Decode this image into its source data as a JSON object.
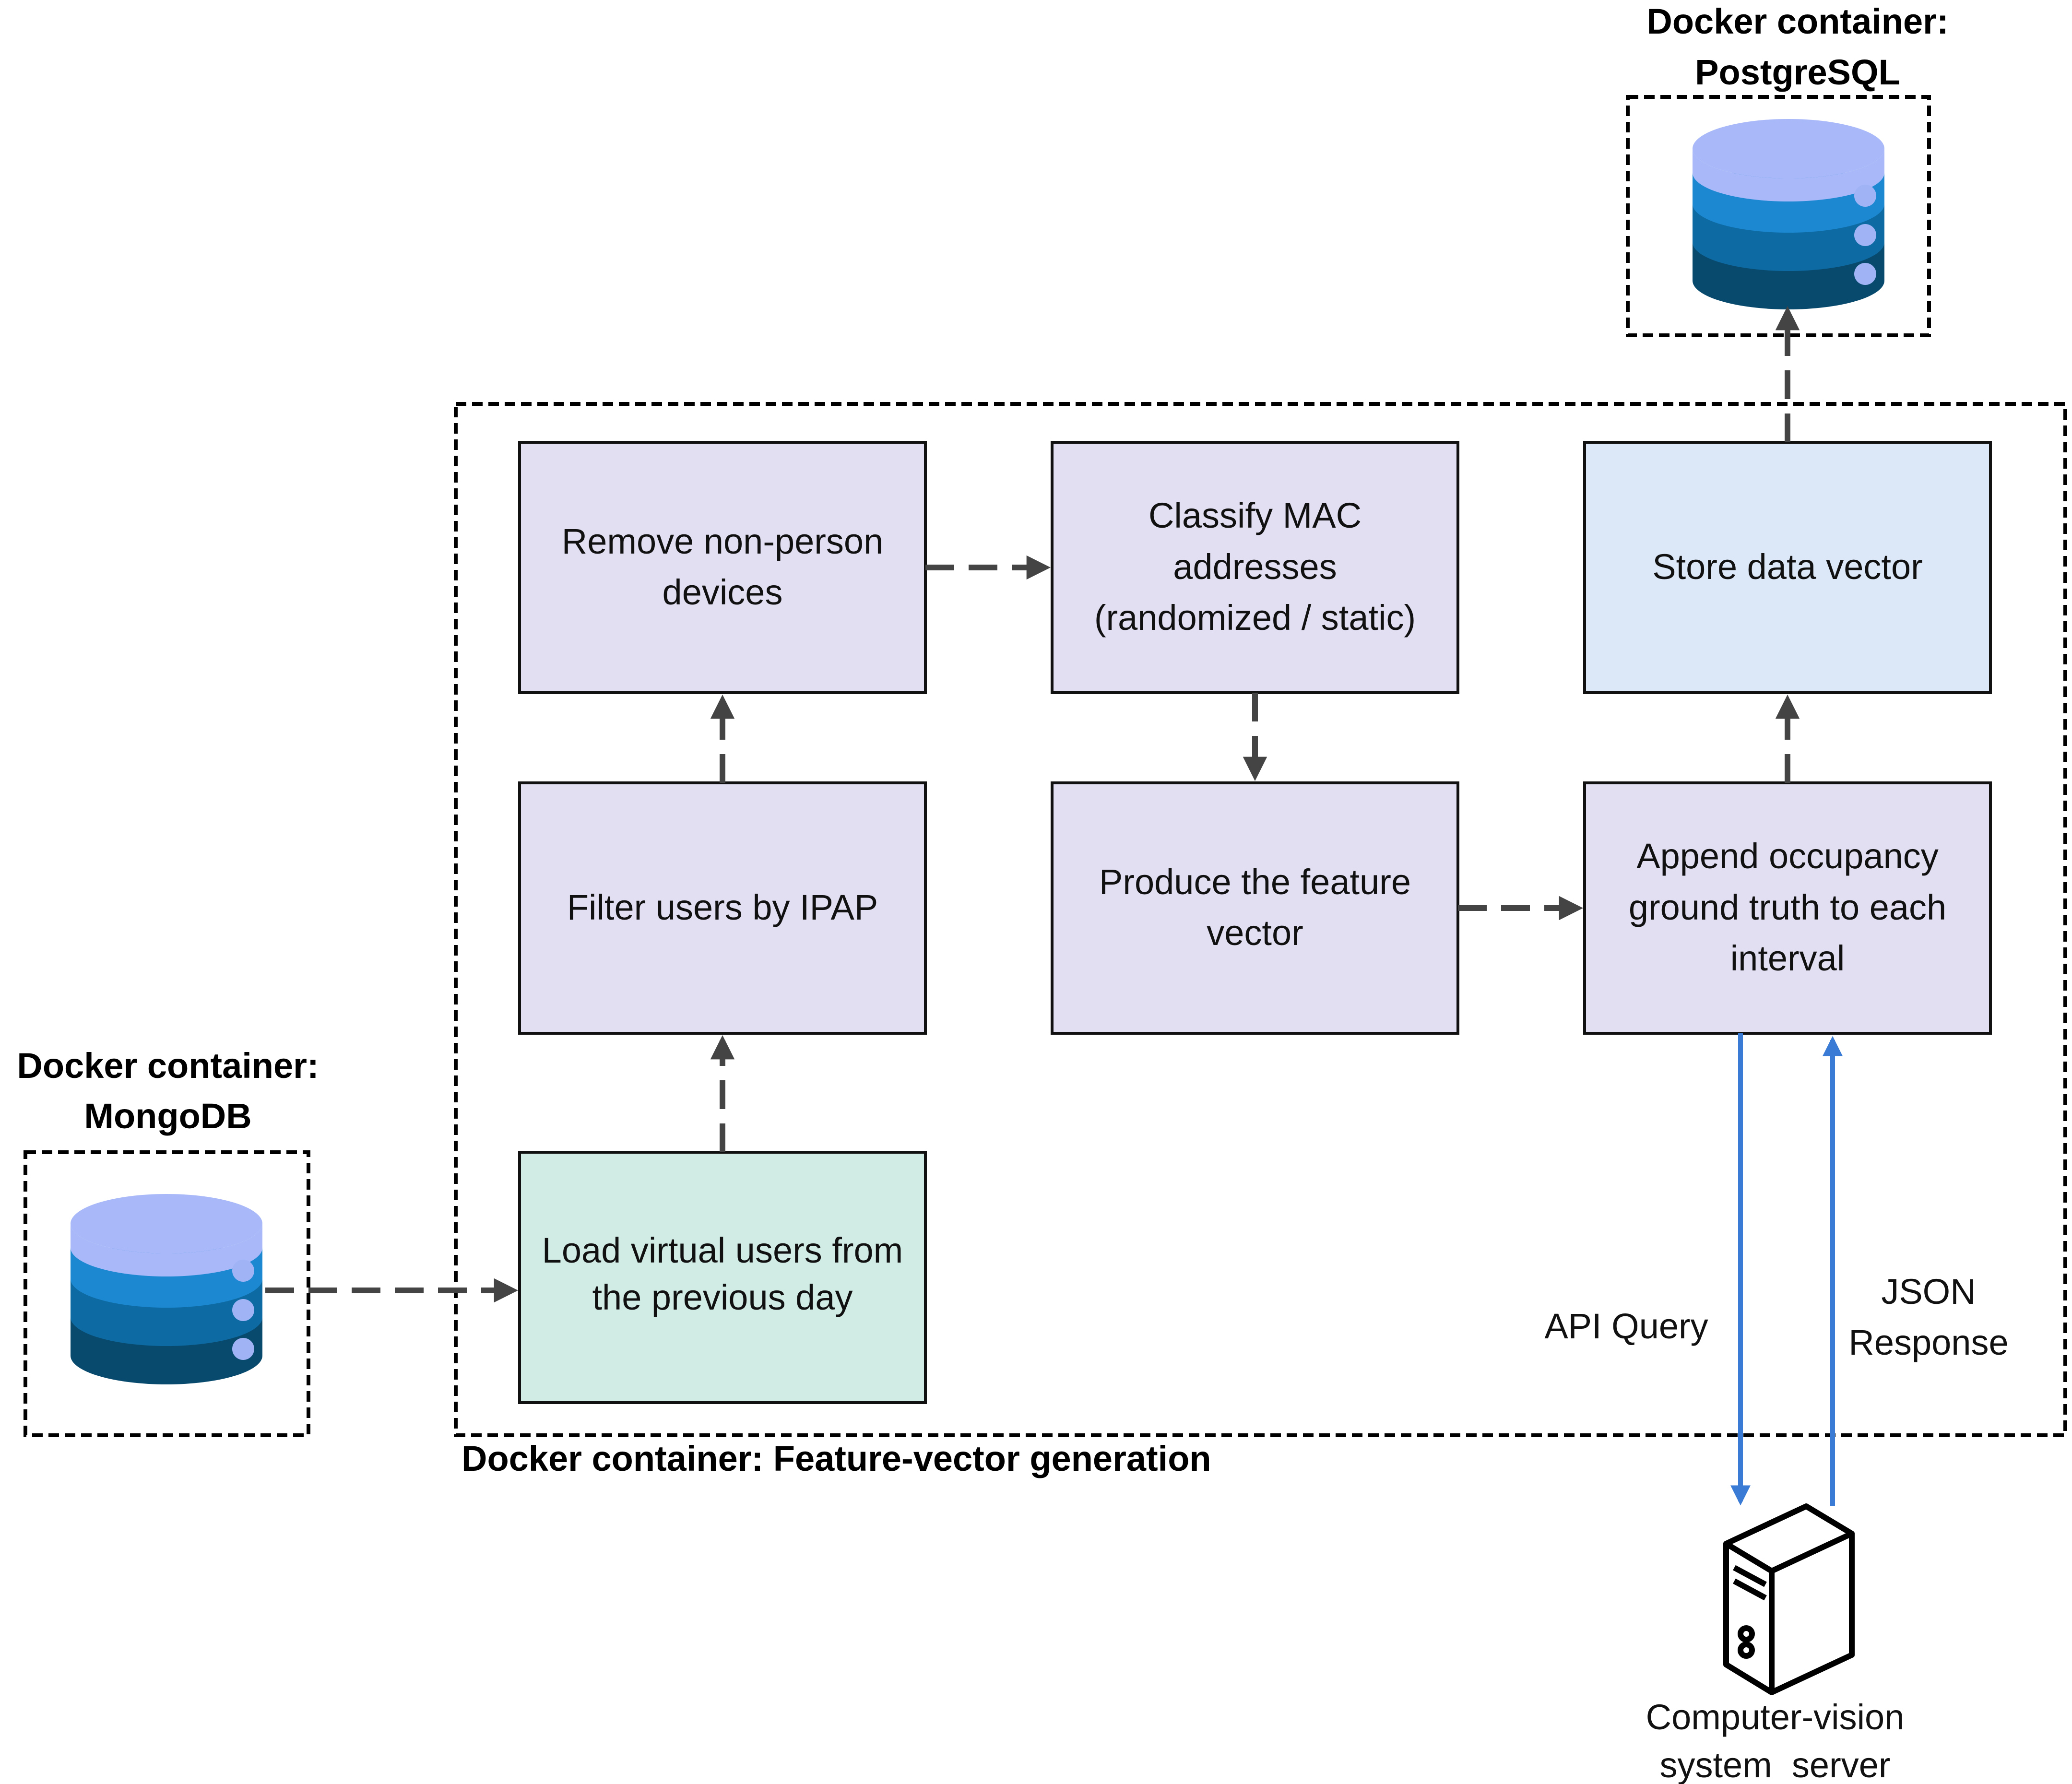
{
  "containers": {
    "postgres": {
      "title_line1": "Docker container:",
      "title_line2": "PostgreSQL"
    },
    "mongo": {
      "title_line1": "Docker container:",
      "title_line2": "MongoDB"
    },
    "feature": {
      "title": "Docker container: Feature-vector generation"
    }
  },
  "boxes": {
    "remove": {
      "lines": [
        "Remove non-person",
        "devices"
      ]
    },
    "classify": {
      "lines": [
        "Classify MAC",
        "addresses",
        "(randomized / static)"
      ]
    },
    "store": {
      "lines": [
        "Store data vector"
      ]
    },
    "filter": {
      "lines": [
        "Filter users by IPAP"
      ]
    },
    "produce": {
      "lines": [
        "Produce the feature",
        "vector"
      ]
    },
    "append": {
      "lines": [
        "Append occupancy",
        "ground truth to each",
        "interval"
      ]
    },
    "load": {
      "lines": [
        "Load virtual users from",
        "the previous day"
      ]
    }
  },
  "edges": {
    "api_query": "API Query",
    "json_response": {
      "line1": "JSON",
      "line2": "Response"
    }
  },
  "server": {
    "line1": "Computer-vision",
    "line2": "system  server"
  },
  "colors": {
    "process_box": "#e3dff2",
    "store_box": "#dce8f8",
    "load_box": "#d1ebe5",
    "dashed_arrow": "#444444",
    "api_arrow": "#3a7bd5",
    "db_top": "#a8b8f8",
    "db_band1": "#1c88d2",
    "db_band2": "#0e6aa2",
    "db_band3": "#084a6e",
    "db_dot": "#a0b4f5"
  }
}
